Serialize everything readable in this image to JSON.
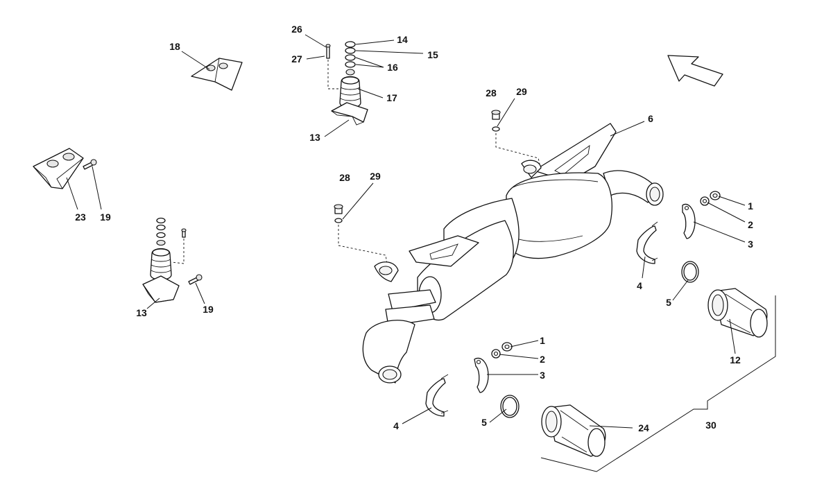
{
  "callouts": [
    {
      "id": "c26",
      "text": "26"
    },
    {
      "id": "c27",
      "text": "27"
    },
    {
      "id": "c14",
      "text": "14"
    },
    {
      "id": "c15",
      "text": "15"
    },
    {
      "id": "c16",
      "text": "16"
    },
    {
      "id": "c17",
      "text": "17"
    },
    {
      "id": "c13a",
      "text": "13"
    },
    {
      "id": "c18",
      "text": "18"
    },
    {
      "id": "c23",
      "text": "23"
    },
    {
      "id": "c19a",
      "text": "19"
    },
    {
      "id": "c13b",
      "text": "13"
    },
    {
      "id": "c19b",
      "text": "19"
    },
    {
      "id": "c28a",
      "text": "28"
    },
    {
      "id": "c29a",
      "text": "29"
    },
    {
      "id": "c28b",
      "text": "28"
    },
    {
      "id": "c29b",
      "text": "29"
    },
    {
      "id": "c6",
      "text": "6"
    },
    {
      "id": "c1a",
      "text": "1"
    },
    {
      "id": "c2a",
      "text": "2"
    },
    {
      "id": "c3a",
      "text": "3"
    },
    {
      "id": "c4a",
      "text": "4"
    },
    {
      "id": "c5a",
      "text": "5"
    },
    {
      "id": "c12",
      "text": "12"
    },
    {
      "id": "c1b",
      "text": "1"
    },
    {
      "id": "c2b",
      "text": "2"
    },
    {
      "id": "c3b",
      "text": "3"
    },
    {
      "id": "c4b",
      "text": "4"
    },
    {
      "id": "c5b",
      "text": "5"
    },
    {
      "id": "c24",
      "text": "24"
    },
    {
      "id": "c30",
      "text": "30"
    }
  ],
  "icons": {
    "direction": "direction-arrow-icon"
  },
  "colors": {
    "line": "#111111",
    "background": "#ffffff"
  }
}
